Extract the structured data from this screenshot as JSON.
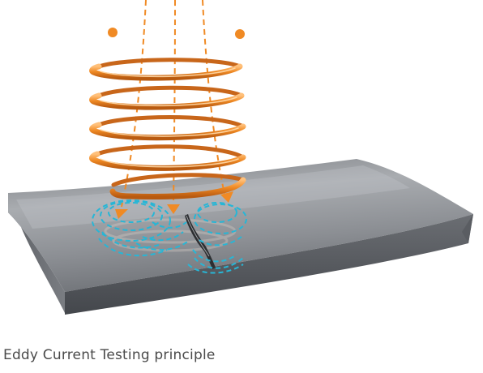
{
  "caption": "Eddy Current Testing principle",
  "colors": {
    "coil": "#f08a24",
    "coil_highlight": "#ffc07a",
    "coil_shadow": "#b85a10",
    "eddy_current": "#27b6d6",
    "metal_top": "#8a8d92",
    "metal_side": "#6e7176",
    "metal_front": "#55585d",
    "crack": "#2c2e31"
  },
  "icons": {
    "coil": "helical-coil-icon",
    "workpiece": "metal-plate-icon",
    "crack": "surface-crack-icon",
    "field_lines": "magnetic-field-lines",
    "eddy_currents": "eddy-current-loops"
  }
}
